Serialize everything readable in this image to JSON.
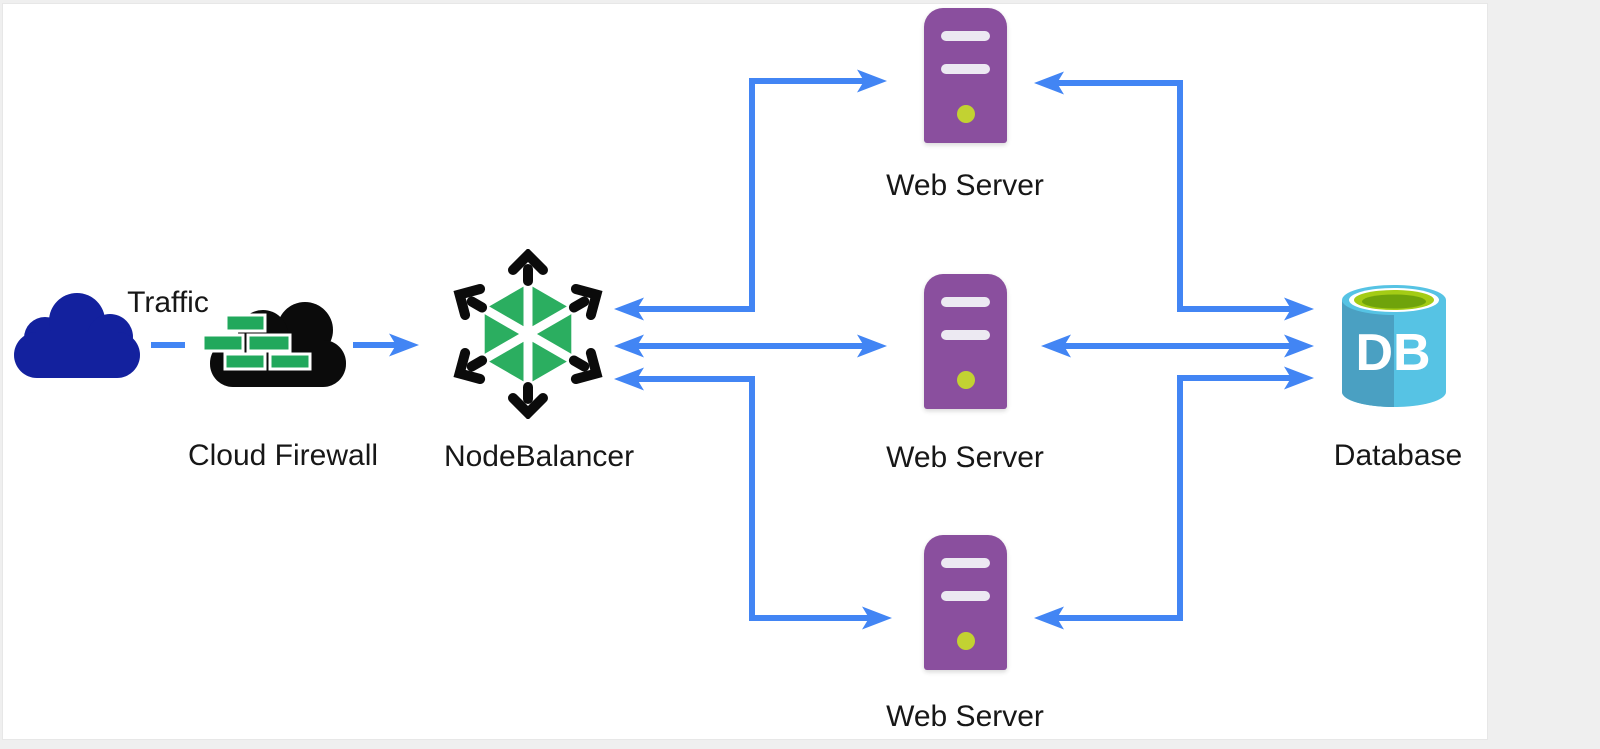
{
  "canvas": {
    "background": "#ffffff",
    "page_background": "#efefef"
  },
  "colors": {
    "arrow_blue": "#4285F4",
    "traffic_cloud_navy": "#13219E",
    "firewall_cloud_black": "#0B0B0B",
    "firewall_brick_green": "#21A85C",
    "nodebalancer_green": "#2BAE60",
    "nodebalancer_black": "#0B0B0B",
    "server_purple": "#8A4F9E",
    "server_slot_white": "#ECE9F2",
    "server_led_green": "#C2D232",
    "database_cyan": "#56C3E4",
    "database_cyan_dark": "#4AA0C2",
    "database_lime": "#A4CC15",
    "database_lime_dark": "#6FA30B",
    "label_text": "#171717"
  },
  "nodes": {
    "traffic": {
      "label": "Traffic"
    },
    "firewall": {
      "label": "Cloud Firewall"
    },
    "nodebalancer": {
      "label": "NodeBalancer"
    },
    "web_server_top": {
      "label": "Web Server"
    },
    "web_server_middle": {
      "label": "Web Server"
    },
    "web_server_bottom": {
      "label": "Web Server"
    },
    "database": {
      "label": "Database",
      "icon_text": "DB"
    }
  },
  "connections": [
    {
      "from": "traffic",
      "to": "firewall",
      "style": "dash",
      "arrows": "none"
    },
    {
      "from": "firewall",
      "to": "nodebalancer",
      "style": "straight",
      "arrows": "to"
    },
    {
      "from": "nodebalancer",
      "to": "web_server_top",
      "style": "elbow",
      "arrows": "both"
    },
    {
      "from": "nodebalancer",
      "to": "web_server_middle",
      "style": "straight",
      "arrows": "both"
    },
    {
      "from": "nodebalancer",
      "to": "web_server_bottom",
      "style": "elbow",
      "arrows": "both"
    },
    {
      "from": "web_server_top",
      "to": "database",
      "style": "elbow",
      "arrows": "both"
    },
    {
      "from": "web_server_middle",
      "to": "database",
      "style": "straight",
      "arrows": "both"
    },
    {
      "from": "web_server_bottom",
      "to": "database",
      "style": "elbow",
      "arrows": "both"
    }
  ]
}
